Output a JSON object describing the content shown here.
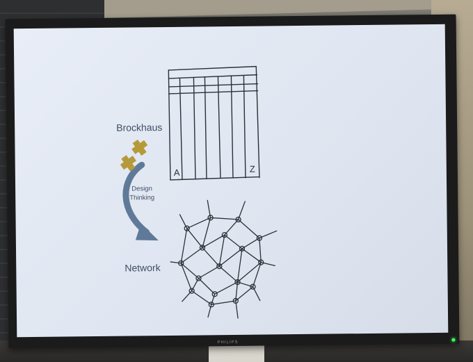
{
  "screen": {
    "brand": "PHILIPS"
  },
  "slide": {
    "brockhaus_label": "Brockhaus",
    "design_thinking_line1": "Design",
    "design_thinking_line2": "Thinking",
    "network_label": "Network",
    "table_letter_start": "A",
    "table_letter_end": "Z"
  },
  "colors": {
    "screen_background": "#e0e7f2",
    "text": "#3d4f66",
    "arrow": "#5f7a98",
    "gold": "#b69a3a",
    "ink": "#2c2f36"
  },
  "icons": {
    "arrow": "curved-arrow-icon",
    "bandage": "crossed-bandage-icon"
  }
}
